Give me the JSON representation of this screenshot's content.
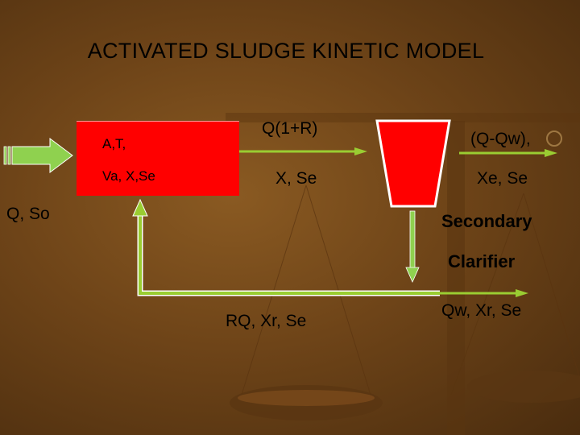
{
  "title": "ACTIVATED SLUDGE KINETIC MODEL",
  "reactor": {
    "line1": "A,T,",
    "line2": "Va, X,Se"
  },
  "labels": {
    "influent": "Q, So",
    "recycle_flow": "Q(1+R)",
    "reactor_out": "X, Se",
    "effluent_flow": "(Q-Qw),",
    "effluent_conc": "Xe, Se",
    "clarifier_1": "Secondary",
    "clarifier_2": "Clarifier",
    "return_sludge": "RQ, Xr, Se",
    "waste_sludge": "Qw, Xr, Se"
  },
  "colors": {
    "arrow_fill": "#8fd14f",
    "arrow_stroke": "#ffffff",
    "reactor": "#ff0000",
    "clarifier": "#ff0000",
    "line": "#9acd32"
  }
}
